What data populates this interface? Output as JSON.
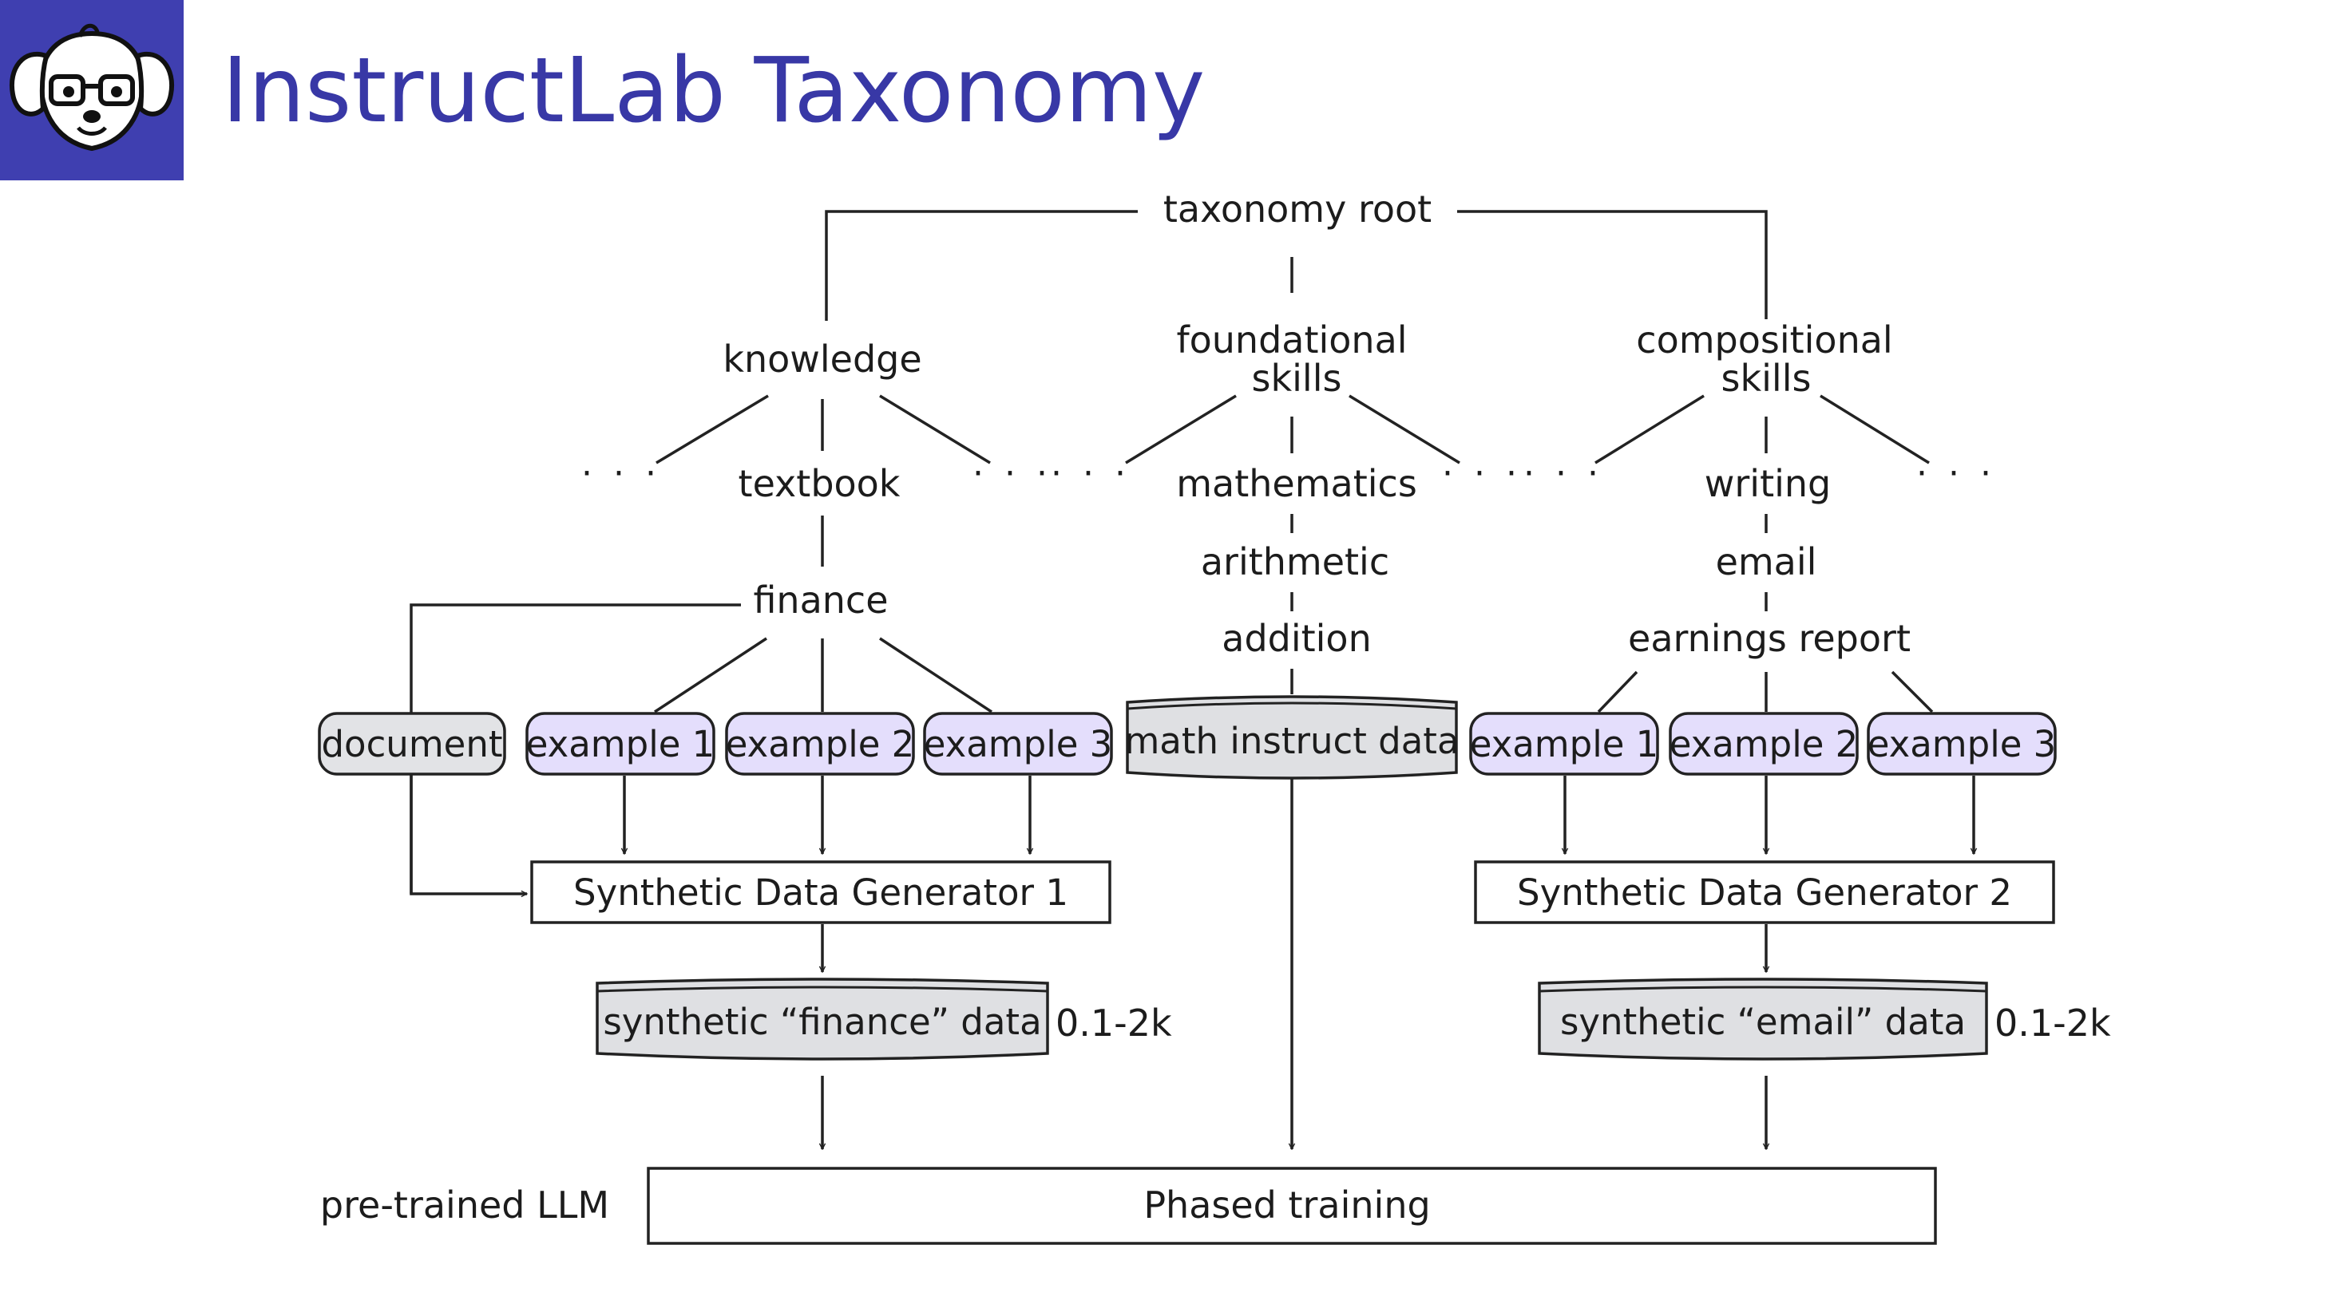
{
  "title": "InstructLab Taxonomy",
  "colors": {
    "brand": "#3f3fb0",
    "title_text": "#3838a6",
    "example_fill": "#e4defc",
    "document_fill": "#e2e3e6",
    "data_store_fill": "#dfe0e3",
    "line": "#222222"
  },
  "logo": {
    "icon": "dog-with-glasses-icon"
  },
  "diagram": {
    "root": "taxonomy root",
    "knowledge": "knowledge",
    "foundational_1": "foundational",
    "foundational_2": "skills",
    "compositional_1": "compositional",
    "compositional_2": "skills",
    "ellipsis": "· · ·",
    "textbook": "textbook",
    "finance": "finance",
    "mathematics": "mathematics",
    "arithmetic": "arithmetic",
    "addition": "addition",
    "writing": "writing",
    "email": "email",
    "earnings_report": "earnings report",
    "document": "document",
    "example_1": "example 1",
    "example_2": "example 2",
    "example_3": "example 3",
    "math_instruct_data": "math instruct data",
    "generator_1": "Synthetic Data Generator 1",
    "generator_2": "Synthetic Data Generator 2",
    "finance_data": "synthetic “finance” data",
    "email_data": "synthetic “email” data",
    "count_label": "0.1-2k",
    "pretrained_llm": "pre-trained LLM",
    "phased_training": "Phased training"
  }
}
